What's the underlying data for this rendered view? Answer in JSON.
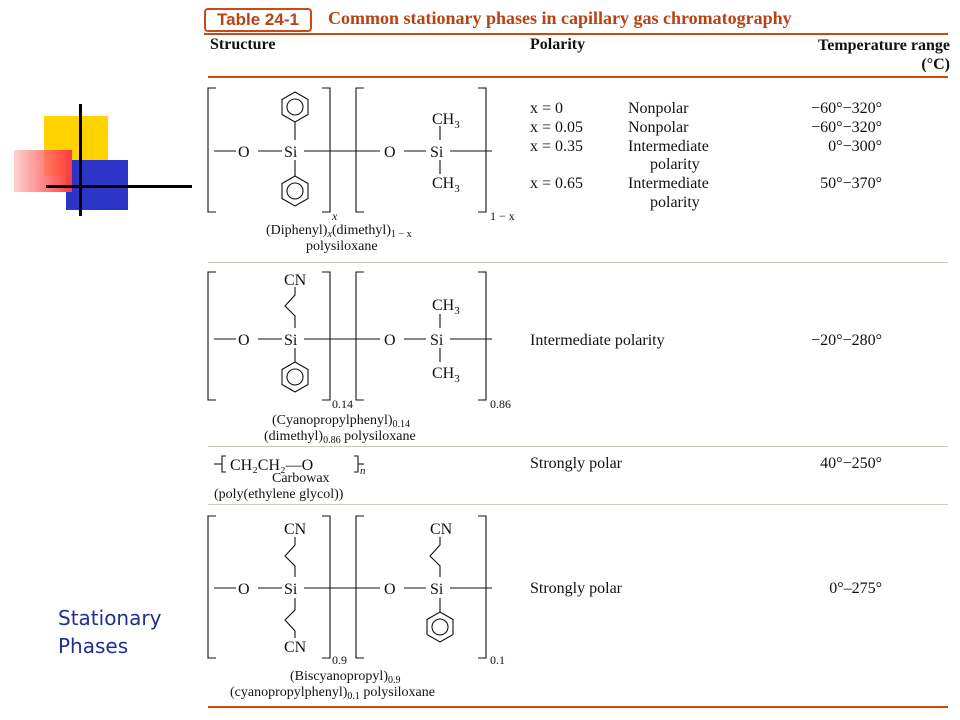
{
  "slide": {
    "side_caption_line1": "Stationary",
    "side_caption_line2": "Phases",
    "accent_colors": {
      "yellow": "#ffd200",
      "blue": "#2b36c9",
      "red": "#ff3b3b",
      "caption": "#1f2f8f"
    }
  },
  "table": {
    "badge": "Table 24-1",
    "title": "Common stationary phases in capillary gas chromatography",
    "accent_color": "#c84b17",
    "headers": {
      "structure": "Structure",
      "polarity": "Polarity",
      "temp_line1": "Temperature range",
      "temp_line2": "(°C)"
    },
    "rows": [
      {
        "entries": [
          {
            "x": "x = 0",
            "polarity": "Nonpolar",
            "temp": "−60°−320°"
          },
          {
            "x": "x = 0.05",
            "polarity": "Nonpolar",
            "temp": "−60°−320°"
          },
          {
            "x": "x = 0.35",
            "polarity": "Intermediate",
            "polarity2": "polarity",
            "temp": "0°−300°"
          },
          {
            "x": "x = 0.65",
            "polarity": "Intermediate",
            "polarity2": "polarity",
            "temp": "50°−370°"
          }
        ],
        "name_line1": "(Diphenyl)",
        "name_sub1": "x",
        "name_mid": "(dimethyl)",
        "name_sub2": "1 − x",
        "name_line2": "polysiloxane",
        "labels": {
          "sub_left": "x",
          "sub_right": "1 − x"
        }
      },
      {
        "polarity": "Intermediate polarity",
        "temp": "−20°−280°",
        "name_line1": "(Cyanopropylphenyl)",
        "name_sub1": "0.14",
        "name_line2a": "(dimethyl)",
        "name_sub2": "0.86",
        "name_line2b": " polysiloxane",
        "labels": {
          "sub_left": "0.14",
          "sub_right": "0.86"
        }
      },
      {
        "polarity": "Strongly polar",
        "temp": "40°−250°",
        "formula": "CH₂CH₂—O",
        "formula_sub": "n",
        "name_line1": "Carbowax",
        "name_line2": "(poly(ethylene glycol))"
      },
      {
        "polarity": "Strongly polar",
        "temp": "0°–275°",
        "name_line1": "(Biscyanopropyl)",
        "name_sub1": "0.9",
        "name_line2a": "(cyanopropylphenyl)",
        "name_sub2": "0.1",
        "name_line2b": " polysiloxane",
        "labels": {
          "sub_left": "0.9",
          "sub_right": "0.1"
        }
      }
    ],
    "atoms": {
      "O": "O",
      "Si": "Si",
      "CH3": "CH",
      "three": "3",
      "CN": "CN"
    }
  }
}
